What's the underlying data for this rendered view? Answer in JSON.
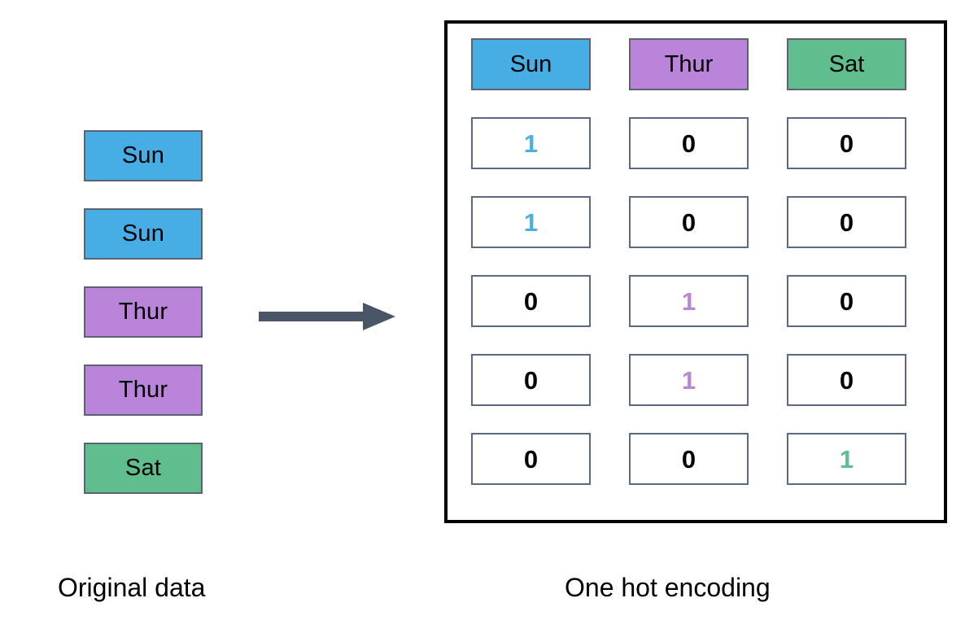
{
  "diagram": {
    "title_left": "Original data",
    "title_right": "One hot encoding",
    "arrow": {
      "name": "transform-arrow",
      "color": "#4A5568",
      "direction": "right"
    },
    "colors": {
      "blue": "#46AEE4",
      "purple": "#BA84DB",
      "green": "#5FBD8E",
      "box_border": "#5C6370",
      "cell_border": "#5A6A85",
      "panel_border": "#000000",
      "text": "#000000",
      "background": "#FFFFFF"
    }
  },
  "original_data": {
    "label": "Original data",
    "items": [
      {
        "value": "Sun",
        "color_key": "blue"
      },
      {
        "value": "Sun",
        "color_key": "blue"
      },
      {
        "value": "Thur",
        "color_key": "purple"
      },
      {
        "value": "Thur",
        "color_key": "purple"
      },
      {
        "value": "Sat",
        "color_key": "green"
      }
    ]
  },
  "one_hot_encoding": {
    "label": "One hot encoding",
    "headers": [
      {
        "label": "Sun",
        "color_key": "blue"
      },
      {
        "label": "Thur",
        "color_key": "purple"
      },
      {
        "label": "Sat",
        "color_key": "green"
      }
    ],
    "rows": [
      {
        "cells": [
          {
            "value": "1",
            "highlight": "blue"
          },
          {
            "value": "0",
            "highlight": "none"
          },
          {
            "value": "0",
            "highlight": "none"
          }
        ]
      },
      {
        "cells": [
          {
            "value": "1",
            "highlight": "blue"
          },
          {
            "value": "0",
            "highlight": "none"
          },
          {
            "value": "0",
            "highlight": "none"
          }
        ]
      },
      {
        "cells": [
          {
            "value": "0",
            "highlight": "none"
          },
          {
            "value": "1",
            "highlight": "purple"
          },
          {
            "value": "0",
            "highlight": "none"
          }
        ]
      },
      {
        "cells": [
          {
            "value": "0",
            "highlight": "none"
          },
          {
            "value": "1",
            "highlight": "purple"
          },
          {
            "value": "0",
            "highlight": "none"
          }
        ]
      },
      {
        "cells": [
          {
            "value": "0",
            "highlight": "none"
          },
          {
            "value": "0",
            "highlight": "none"
          },
          {
            "value": "1",
            "highlight": "green"
          }
        ]
      }
    ]
  },
  "chart_data": {
    "type": "table",
    "title": "One hot encoding",
    "categories": [
      "Sun",
      "Thur",
      "Sat"
    ],
    "source_column": [
      "Sun",
      "Sun",
      "Thur",
      "Thur",
      "Sat"
    ],
    "matrix": [
      [
        1,
        0,
        0
      ],
      [
        1,
        0,
        0
      ],
      [
        0,
        1,
        0
      ],
      [
        0,
        1,
        0
      ],
      [
        0,
        0,
        1
      ]
    ]
  }
}
